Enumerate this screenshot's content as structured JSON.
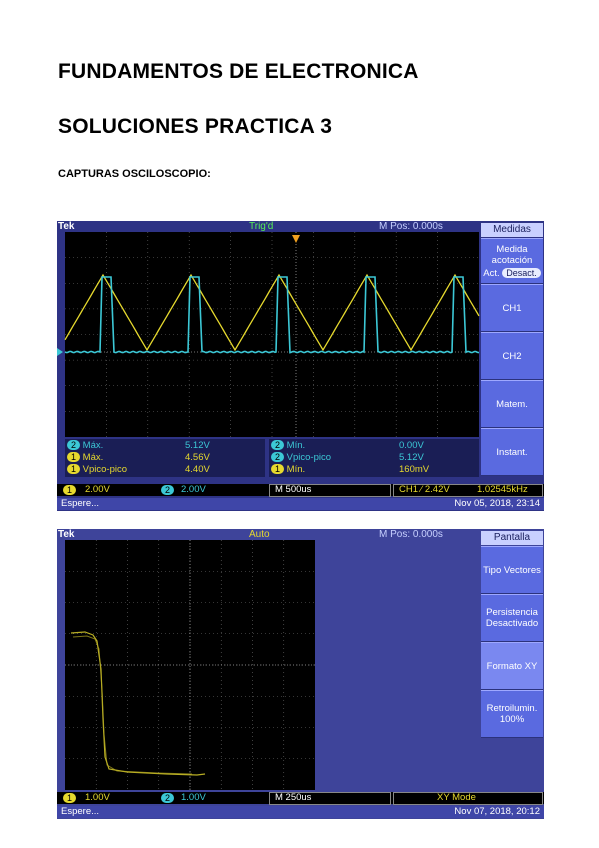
{
  "heading1": "FUNDAMENTOS DE ELECTRONICA",
  "heading2": "SOLUCIONES PRACTICA 3",
  "heading3": "CAPTURAS OSCILOSCOPIO:",
  "scope1": {
    "brand": "Tek",
    "trigger_state": "Trig'd",
    "mpos": "M Pos: 0.000s",
    "menu_title": "Medidas",
    "menu": [
      "Medida acotación",
      "Act.",
      "Desact.",
      "CH1",
      "CH2",
      "Matem.",
      "Instant."
    ],
    "measurements_left": [
      {
        "ch": "2",
        "name": "Máx.",
        "value": "5.12V"
      },
      {
        "ch": "1",
        "name": "Máx.",
        "value": "4.56V"
      },
      {
        "ch": "1",
        "name": "Vpico-pico",
        "value": "4.40V"
      }
    ],
    "measurements_right": [
      {
        "ch": "2",
        "name": "Mín.",
        "value": "0.00V"
      },
      {
        "ch": "2",
        "name": "Vpico-pico",
        "value": "5.12V"
      },
      {
        "ch": "1",
        "name": "Mín.",
        "value": "160mV"
      }
    ],
    "status": {
      "ch1": "1",
      "ch1_scale": "2.00V",
      "ch2": "2",
      "ch2_scale": "2.00V",
      "time": "M 500us",
      "trigger": "CH1 ∕ 2.42V",
      "freq": "1.02545kHz"
    },
    "footer_left": "Espere...",
    "footer_right": "Nov 05, 2018, 23:14",
    "colors": {
      "ch1": "#e6d92e",
      "ch2": "#3cc8d6"
    }
  },
  "scope2": {
    "brand": "Tek",
    "trigger_state": "Auto",
    "mpos": "M Pos: 0.000s",
    "menu_title": "Pantalla",
    "menu": [
      "Tipo Vectores",
      "Persistencia Desactivado",
      "Formato XY",
      "Retroilumin. 100%"
    ],
    "status": {
      "ch1": "1",
      "ch1_scale": "1.00V",
      "ch2": "2",
      "ch2_scale": "1.00V",
      "time": "M 250us",
      "mode": "XY Mode"
    },
    "footer_left": "Espere...",
    "footer_right": "Nov 07, 2018, 20:12"
  }
}
